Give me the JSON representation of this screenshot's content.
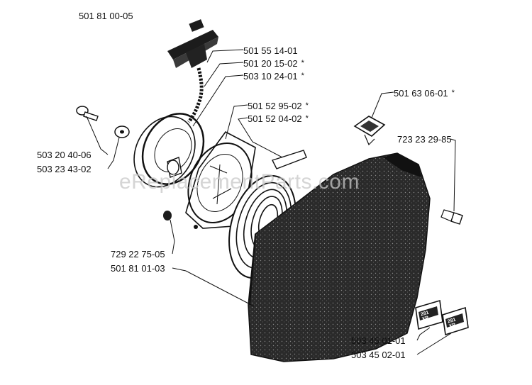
{
  "watermark": "eReplacementParts.com",
  "assembly_number": "501 81 00-05",
  "parts": [
    {
      "id": "p1",
      "number": "501 55 14-01",
      "asterisk": ""
    },
    {
      "id": "p2",
      "number": "501 20 15-02",
      "asterisk": "*"
    },
    {
      "id": "p3",
      "number": "503 10 24-01",
      "asterisk": "*"
    },
    {
      "id": "p4",
      "number": "501 52 95-02",
      "asterisk": "*"
    },
    {
      "id": "p5",
      "number": "501 52 04-02",
      "asterisk": "*"
    },
    {
      "id": "p6",
      "number": "501 63 06-01",
      "asterisk": "*"
    },
    {
      "id": "p7",
      "number": "723 23 29-85",
      "asterisk": ""
    },
    {
      "id": "p8",
      "number": "503 20 40-06",
      "asterisk": ""
    },
    {
      "id": "p9",
      "number": "503 23 43-02",
      "asterisk": ""
    },
    {
      "id": "p10",
      "number": "729 22 75-05",
      "asterisk": ""
    },
    {
      "id": "p11",
      "number": "501 81 01-03",
      "asterisk": ""
    },
    {
      "id": "p12",
      "number": "503 45 01-01",
      "asterisk": ""
    },
    {
      "id": "p13",
      "number": "503 45 02-01",
      "asterisk": ""
    }
  ],
  "decals": [
    {
      "line1": "281",
      "line2": "XP"
    },
    {
      "line1": "281",
      "line2": "XP"
    }
  ],
  "colors": {
    "ink": "#111111",
    "housing": "#2b2b2b",
    "watermark": "#c8c8c8"
  }
}
